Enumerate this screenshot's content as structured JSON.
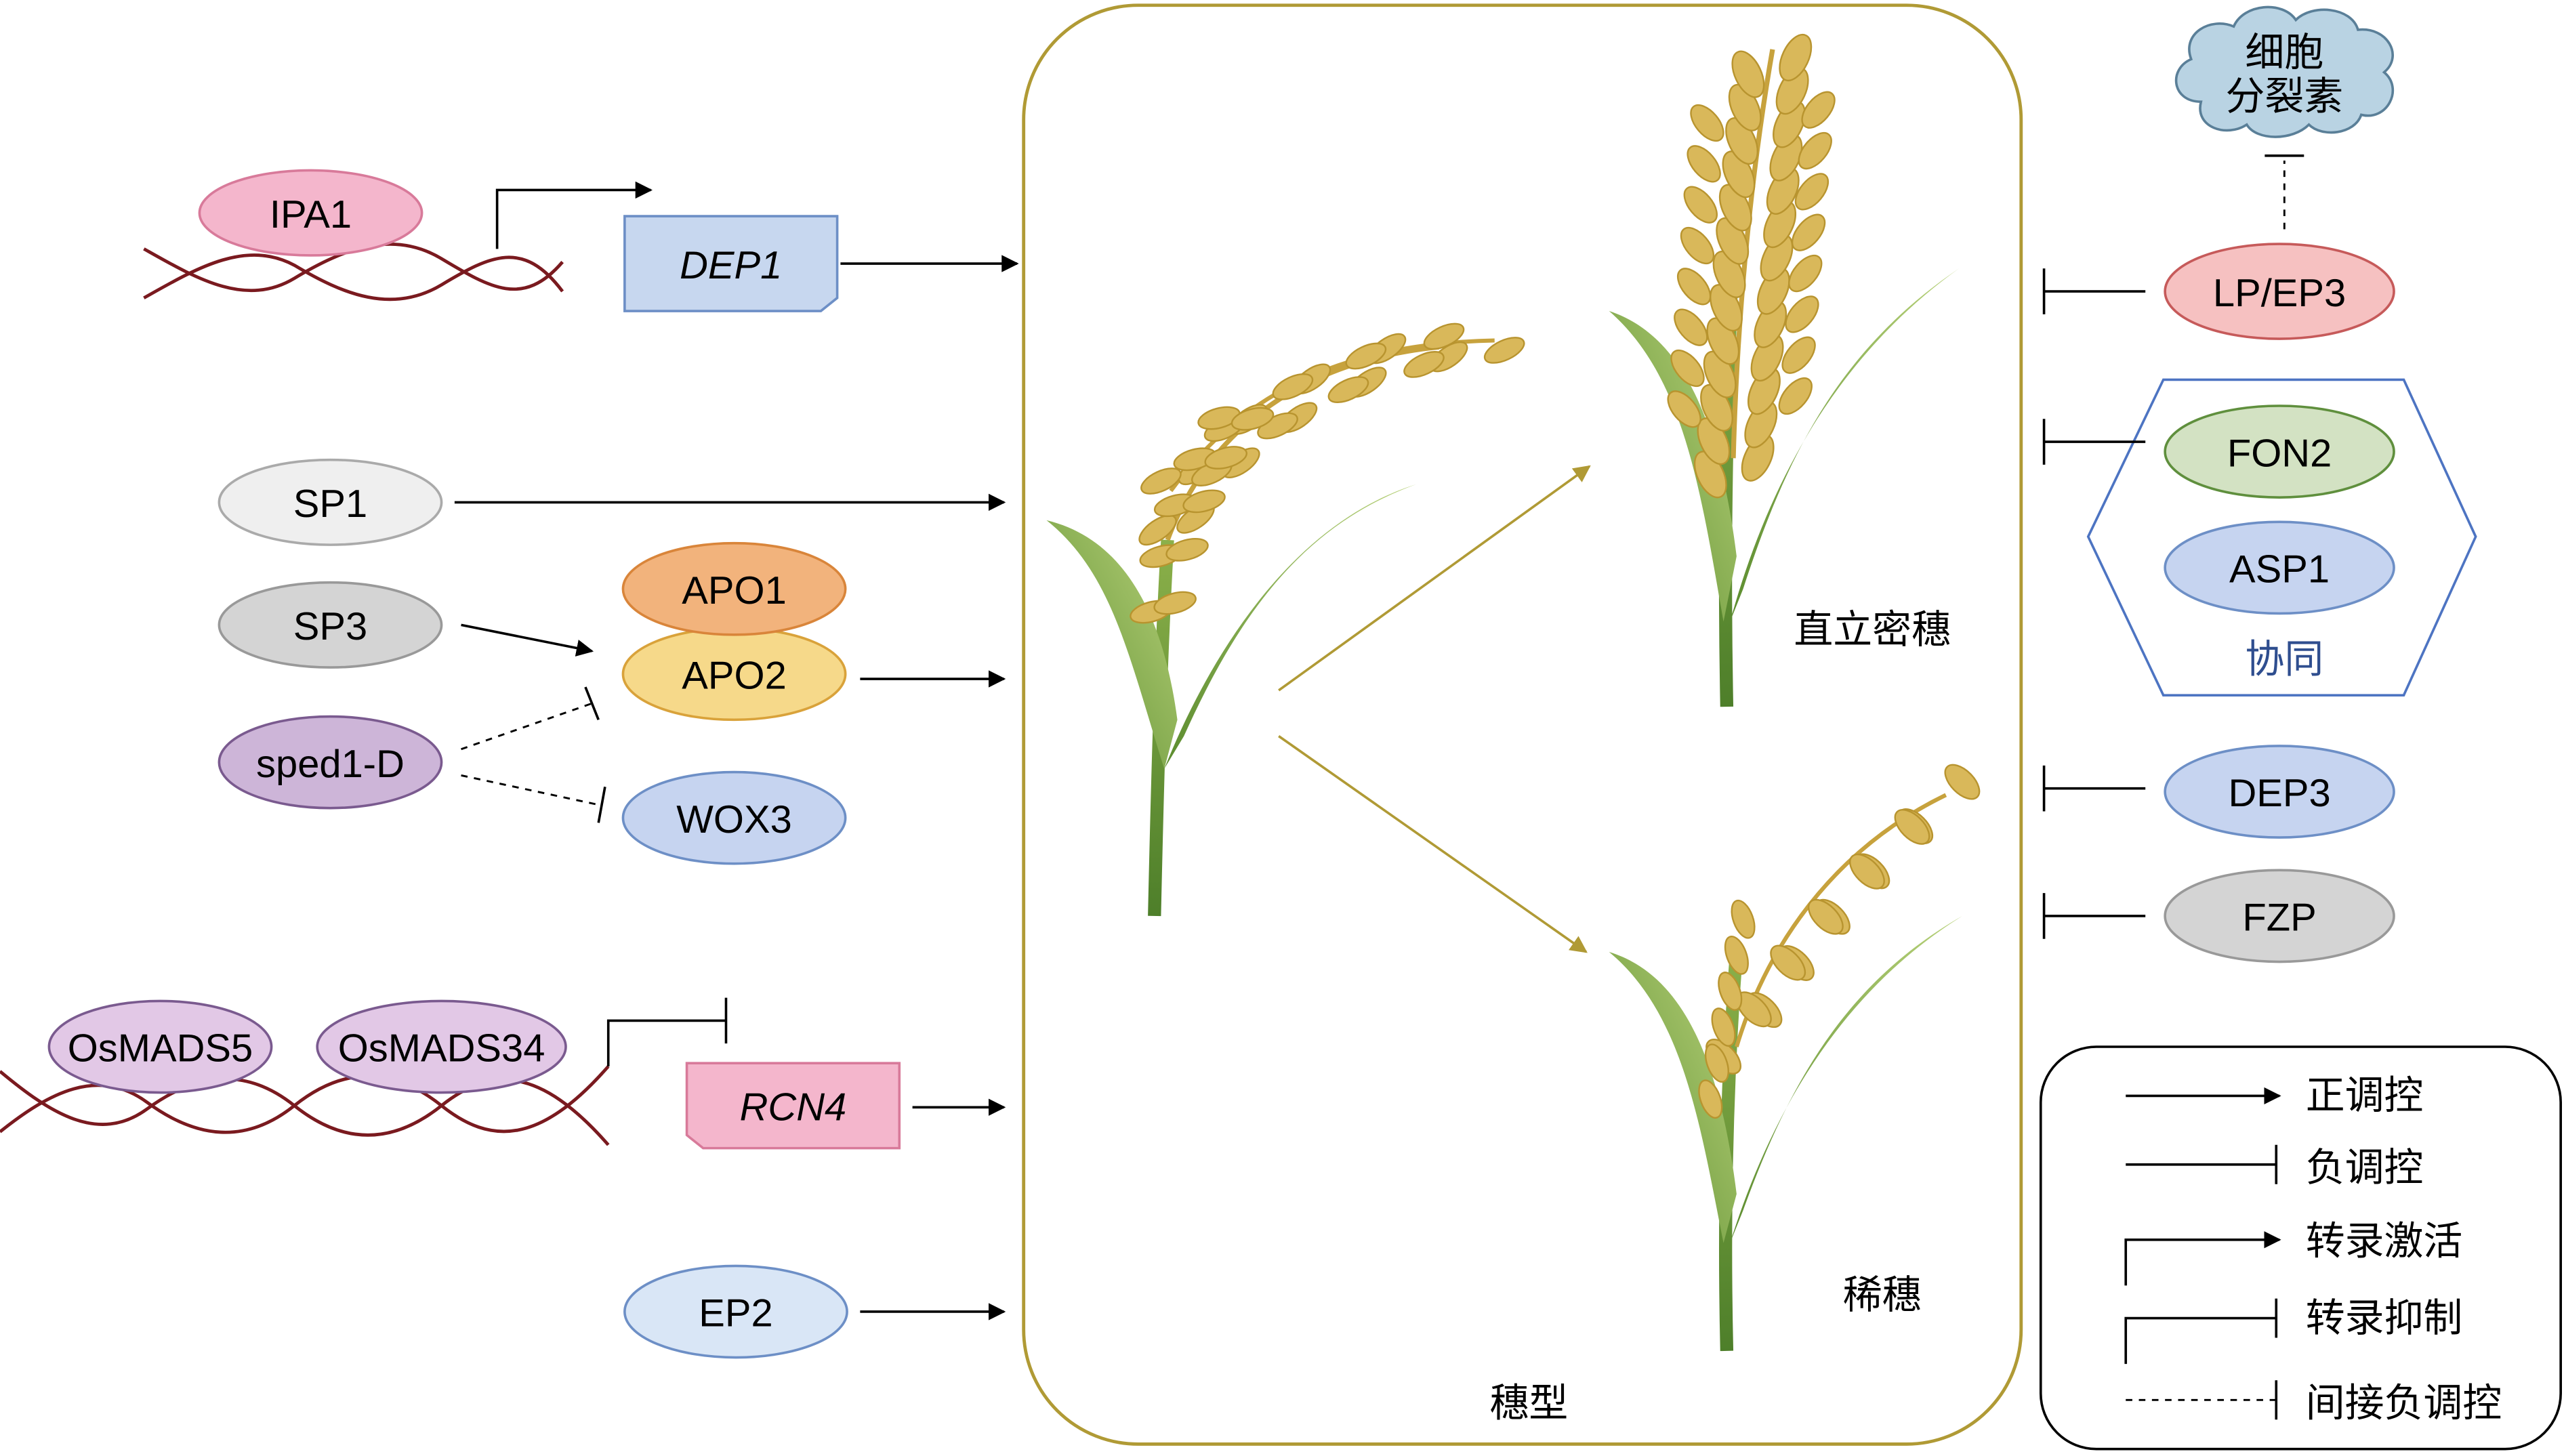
{
  "genes": {
    "ipa1": "IPA1",
    "dep1": "DEP1",
    "sp1": "SP1",
    "sp3": "SP3",
    "apo1": "APO1",
    "apo2": "APO2",
    "sped1d": "sped1-D",
    "wox3": "WOX3",
    "osmads5": "OsMADS5",
    "osmads34": "OsMADS34",
    "rcn4": "RCN4",
    "ep2": "EP2",
    "lpep3": "LP/EP3",
    "fon2": "FON2",
    "asp1": "ASP1",
    "dep3": "DEP3",
    "fzp": "FZP"
  },
  "labels": {
    "cytokinin_line1": "细胞",
    "cytokinin_line2": "分裂素",
    "synergy": "协同",
    "erect_dense": "直立密穗",
    "sparse": "稀穗",
    "panicle_type": "穗型"
  },
  "legend": {
    "positive": "正调控",
    "negative": "负调控",
    "activation": "转录激活",
    "repression": "转录抑制",
    "indirect": "间接负调控"
  },
  "colors": {
    "frame": "#b09a35",
    "dna": "#7a1a1f",
    "ipa1": "#f4b6cc",
    "dep1": "#c7d7ef",
    "sp1": "#efefef",
    "sp3": "#d4d4d4",
    "apo1": "#f2b37c",
    "apo2": "#f6d98a",
    "sped1d": "#cdb5d8",
    "wox3": "#c6d4f0",
    "osmads": "#e2c8e6",
    "rcn4": "#f4b6cc",
    "ep2": "#d9e6f6",
    "lpep3": "#f6c1c1",
    "fon2": "#d3e2c3",
    "asp1": "#c6d4f0",
    "dep3": "#c6d4f0",
    "fzp": "#d4d4d4",
    "cloud": "#b9d3e3"
  }
}
